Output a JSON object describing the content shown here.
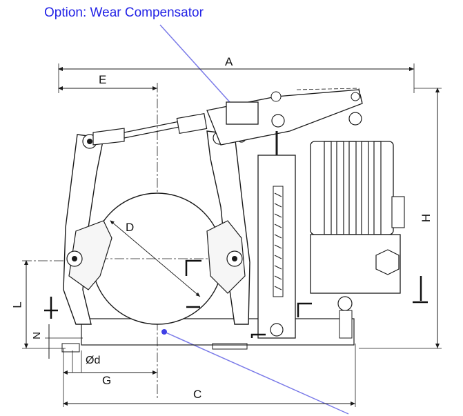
{
  "callout": {
    "title": "Option: Wear Compensator"
  },
  "dimensions": {
    "A": "A",
    "E": "E",
    "D": "D",
    "H": "H",
    "L": "L",
    "N": "N",
    "d": "Ød",
    "G": "G",
    "C": "C"
  },
  "colors": {
    "callout": "#2323e6",
    "leader": "#7a7ae8",
    "line": "#1a1a1a",
    "accent": "#333333"
  }
}
